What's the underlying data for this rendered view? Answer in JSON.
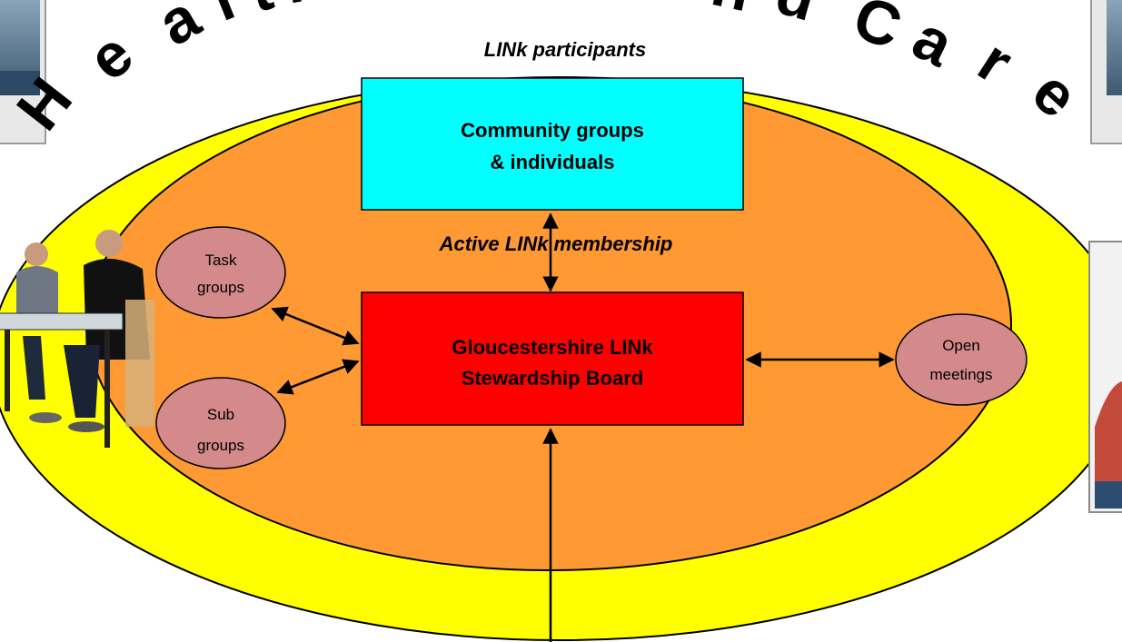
{
  "diagram": {
    "arc_title_letters": [
      "H",
      "e",
      "a",
      "l",
      "t",
      "h",
      "a",
      "n",
      "d",
      "C",
      "a",
      "r",
      "e"
    ],
    "outer_ring_label": "LINk participants",
    "inner_ring_label": "Active LINk membership",
    "community_box": {
      "line1": "Community groups",
      "line2": "& individuals"
    },
    "board_box": {
      "line1": "Gloucestershire LINk",
      "line2": "Stewardship Board"
    },
    "satellites": {
      "task_groups": {
        "line1": "Task",
        "line2": "groups"
      },
      "sub_groups": {
        "line1": "Sub",
        "line2": "groups"
      },
      "open_meetings": {
        "line1": "Open",
        "line2": "meetings"
      }
    },
    "colors": {
      "outer_ring": "#ffff00",
      "inner_ring": "#ff9933",
      "community_box": "#00ffff",
      "board_box": "#ff0000",
      "satellite": "#d4898a"
    }
  }
}
